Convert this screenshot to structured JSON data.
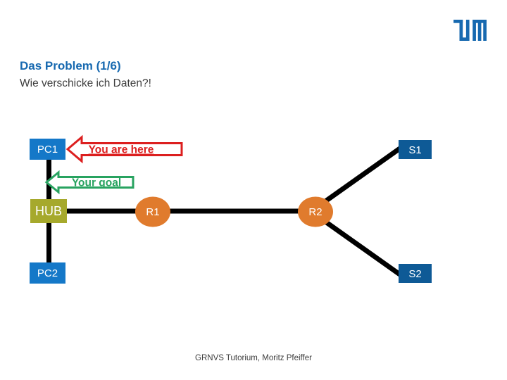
{
  "slide": {
    "title": "Das Problem (1/6)",
    "subtitle": "Wie verschicke ich Daten?!",
    "footer": "GRNVS Tutorium, Moritz Pfeiffer",
    "logo_text": "TUM"
  },
  "diagram": {
    "nodes": [
      {
        "id": "pc1",
        "label": "PC1",
        "type": "pc"
      },
      {
        "id": "hub",
        "label": "HUB",
        "type": "hub"
      },
      {
        "id": "pc2",
        "label": "PC2",
        "type": "pc"
      },
      {
        "id": "r1",
        "label": "R1",
        "type": "router"
      },
      {
        "id": "r2",
        "label": "R2",
        "type": "router"
      },
      {
        "id": "s1",
        "label": "S1",
        "type": "server"
      },
      {
        "id": "s2",
        "label": "S2",
        "type": "server"
      }
    ],
    "edges": [
      "PC1-HUB",
      "HUB-PC2",
      "HUB-R1",
      "R1-R2",
      "R2-S1",
      "R2-S2"
    ],
    "annotations": [
      {
        "label": "You are here",
        "color": "red",
        "points_to": "PC1"
      },
      {
        "label": "Your goal",
        "color": "green",
        "points_to": "PC1-HUB link"
      }
    ]
  },
  "colors": {
    "tum_blue": "#1769b0",
    "node_blue": "#1478c8",
    "server_blue": "#0e5a96",
    "hub_olive": "#a6a92c",
    "router_orange": "#e07b2d",
    "arrow_red": "#dc1f1f",
    "arrow_green": "#28a360",
    "edge_black": "#000000",
    "text_dark": "#3d3d3d",
    "node_text": "#ffffff"
  }
}
